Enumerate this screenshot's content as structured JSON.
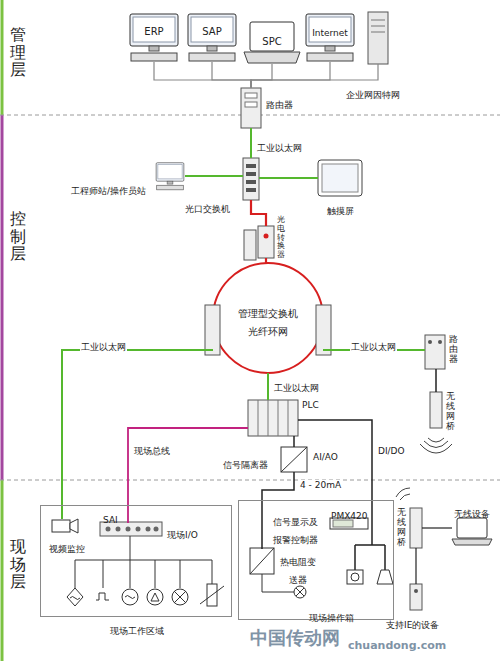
{
  "diagram": {
    "nodes": [
      {
        "text": [
          "管理层"
        ]
      },
      {
        "text": [
          "ERP"
        ],
        "in": 0
      },
      {
        "text": [
          "SAP"
        ],
        "in": 0
      },
      {
        "text": [
          "SPC"
        ],
        "in": 0
      },
      {
        "text": [
          "Internet"
        ],
        "in": 0
      },
      {
        "text": [
          "企业网因特网"
        ],
        "in": 0
      },
      {
        "text": [
          "路由器"
        ]
      },
      {
        "text": [
          "控制层"
        ]
      },
      {
        "text": [
          "工程师站/操作员站"
        ],
        "in": 7
      },
      {
        "text": [
          "光口交换机"
        ],
        "in": 7
      },
      {
        "text": [
          "触摸屏"
        ],
        "in": 7
      },
      {
        "text": [
          "光电转换器"
        ],
        "in": 7
      },
      {
        "text": [
          "管理型交换机 光纤环网"
        ],
        "in": 7
      },
      {
        "text": [
          "PLC"
        ],
        "in": 7
      },
      {
        "text": [
          "路由器"
        ],
        "in": 7
      },
      {
        "text": [
          "无线网桥"
        ],
        "in": 7
      },
      {
        "text": [
          "信号隔离器"
        ],
        "in": 7
      },
      {
        "text": [
          "现场层"
        ]
      },
      {
        "text": [
          "现场工作区域"
        ],
        "in": 17
      },
      {
        "text": [
          "视频监控"
        ],
        "in": 18
      },
      {
        "text": [
          "SAI",
          "现场I/O"
        ],
        "in": 18
      },
      {
        "text": [
          "现场操作箱"
        ],
        "in": 17
      },
      {
        "text": [
          "信号显示及报警控制器",
          "PMX420"
        ],
        "in": 21
      },
      {
        "text": [
          "热电阻变送器"
        ],
        "in": 21
      },
      {
        "text": [
          "无线网桥"
        ],
        "in": 17
      },
      {
        "text": [
          "无线设备"
        ],
        "in": 17
      },
      {
        "text": [
          "支持IE的设备"
        ],
        "in": 17
      }
    ],
    "edges": [
      {
        "from": 1,
        "to": 6,
        "arrow": "none"
      },
      {
        "from": 2,
        "to": 6,
        "arrow": "none"
      },
      {
        "from": 3,
        "to": 6,
        "arrow": "none"
      },
      {
        "from": 4,
        "to": 6,
        "arrow": "none"
      },
      {
        "from": 5,
        "to": 6,
        "arrow": "none"
      },
      {
        "from": 6,
        "to": 9,
        "label": "工业以太网",
        "arrow": "none"
      },
      {
        "from": 8,
        "to": 9,
        "arrow": "none"
      },
      {
        "from": 10,
        "to": 9,
        "arrow": "none"
      },
      {
        "from": 9,
        "to": 11,
        "arrow": "none"
      },
      {
        "from": 11,
        "to": 12,
        "arrow": "none"
      },
      {
        "from": 12,
        "to": 19,
        "label": "工业以太网",
        "arrow": "none"
      },
      {
        "from": 12,
        "to": 13,
        "label": "工业以太网",
        "arrow": "none"
      },
      {
        "from": 12,
        "to": 14,
        "label": "工业以太网",
        "arrow": "none"
      },
      {
        "from": 14,
        "to": 15,
        "arrow": "none"
      },
      {
        "from": 13,
        "to": 20,
        "label": "现场总线",
        "arrow": "none"
      },
      {
        "from": 13,
        "to": 16,
        "label": "AI/AO",
        "arrow": "none"
      },
      {
        "from": 13,
        "to": 21,
        "label": "DI/DO",
        "arrow": "none"
      },
      {
        "from": 16,
        "to": 23,
        "label": "4 - 20mA",
        "arrow": "none"
      },
      {
        "from": 24,
        "to": 25,
        "arrow": "none"
      },
      {
        "from": 24,
        "to": 26,
        "arrow": "none"
      }
    ],
    "labels": [
      "中国传动网",
      "chuandong.com"
    ]
  }
}
